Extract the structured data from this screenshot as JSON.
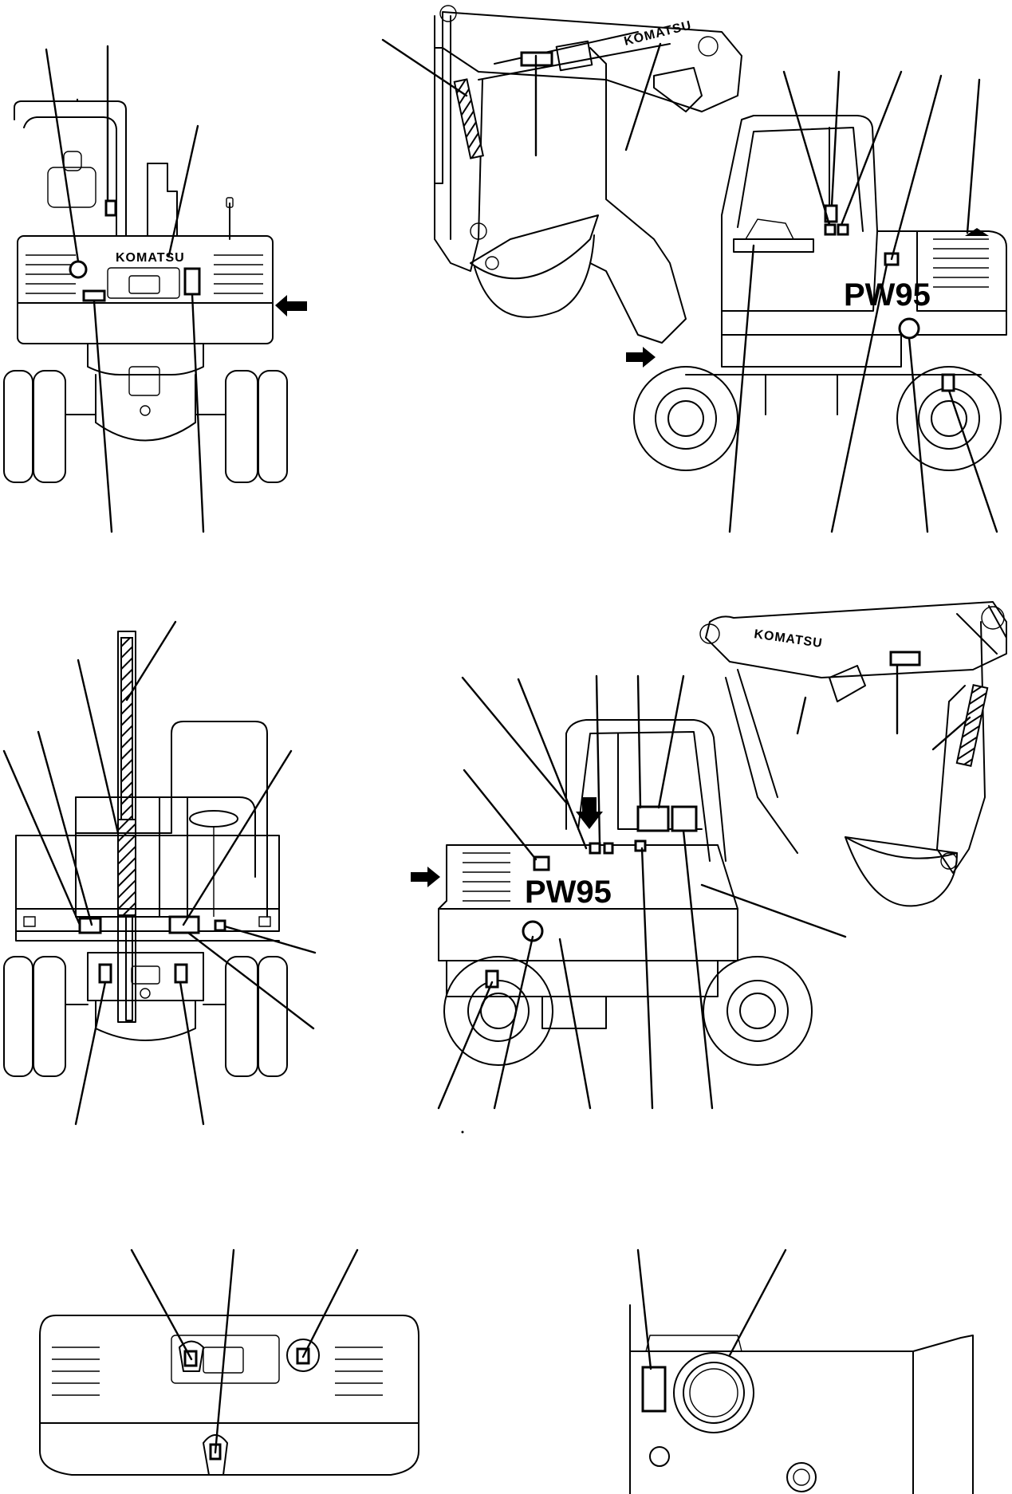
{
  "brand_text": "KOMATSU",
  "model_text": "PW95",
  "model_prefix": "PW",
  "model_suffix": "95",
  "colors": {
    "line": "#000000",
    "paper": "#ffffff"
  }
}
